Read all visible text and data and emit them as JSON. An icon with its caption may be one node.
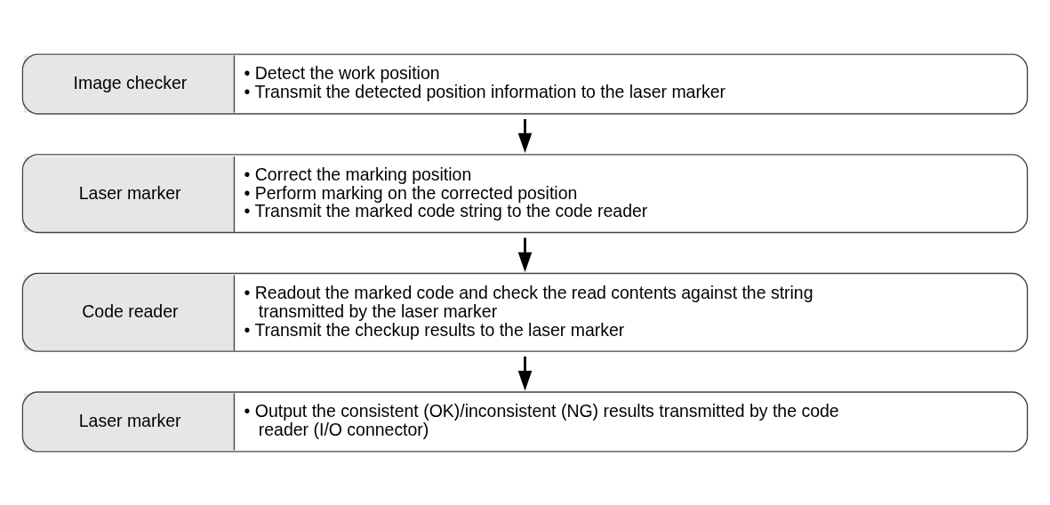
{
  "diagram": {
    "nodes": [
      {
        "text": [
          "Image checker",
          "• Detect the work position",
          "• Transmit the detected position information to the laser marker"
        ]
      },
      {
        "text": [
          "Laser marker",
          "• Correct the marking position",
          "• Perform marking on the corrected position",
          "• Transmit the marked code string to the code reader"
        ]
      },
      {
        "text": [
          "Code reader",
          "• Readout the marked code and check the read contents against the string transmitted by the laser marker",
          "• Transmit the checkup results to the laser marker"
        ]
      },
      {
        "text": [
          "Laser marker",
          "• Output the consistent (OK)/inconsistent (NG) results transmitted by the code reader (I/O connector)"
        ]
      }
    ],
    "edges": [
      {
        "from": 0,
        "to": 1,
        "arrow": "to"
      },
      {
        "from": 1,
        "to": 2,
        "arrow": "to"
      },
      {
        "from": 2,
        "to": 3,
        "arrow": "to"
      }
    ]
  }
}
